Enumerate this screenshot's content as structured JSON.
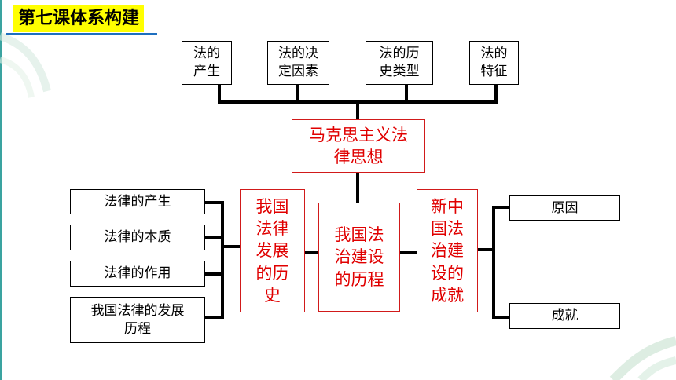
{
  "title": "第七课体系构建",
  "top_nodes": [
    "法的\n产生",
    "法的决\n定因素",
    "法的历\n史类型",
    "法的\n特征"
  ],
  "center_top": "马克思主义法\n律思想",
  "middle": {
    "left": "我国\n法律\n发展\n的历\n史",
    "center": "我国法\n治建设\n的历程",
    "right": "新中\n国法\n治建\n设的\n成就"
  },
  "left_nodes": [
    "法律的产生",
    "法律的本质",
    "法律的作用",
    "我国法律的发展\n历程"
  ],
  "right_nodes": [
    "原因",
    "成就"
  ]
}
